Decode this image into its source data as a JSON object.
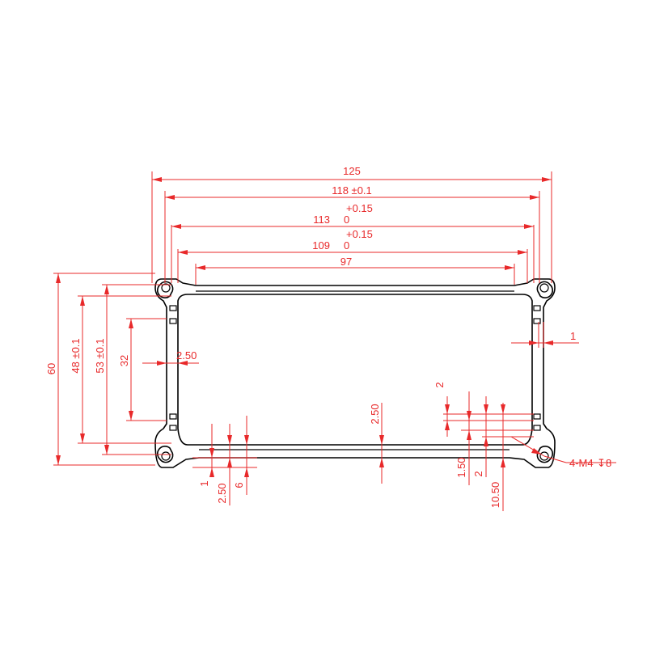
{
  "dimensions": {
    "overall_width": "125",
    "width_118": "118 ±0.1",
    "width_113": "113",
    "width_113_tol": "+0.15",
    "width_113_low": "0",
    "width_109": "109",
    "width_109_tol": "+0.15",
    "width_109_low": "0",
    "width_97": "97",
    "height_60": "60",
    "height_48": "48 ±0.1",
    "height_53": "53 ±0.1",
    "height_32": "32",
    "wall_2_50_left": "2.50",
    "wall_1_right": "1",
    "wall_2_50_bottom": "2.50",
    "groove_2_top": "2",
    "groove_1_50": "1.50",
    "groove_2_bottom": "2",
    "groove_10_50": "10.50",
    "bottom_1": "1",
    "bottom_2_50": "2.50",
    "bottom_6": "6",
    "screw_note": "4-M4",
    "screw_depth": "8",
    "depth_symbol": "↧"
  },
  "colors": {
    "dimension": "#e8292a",
    "outline": "#000000"
  }
}
